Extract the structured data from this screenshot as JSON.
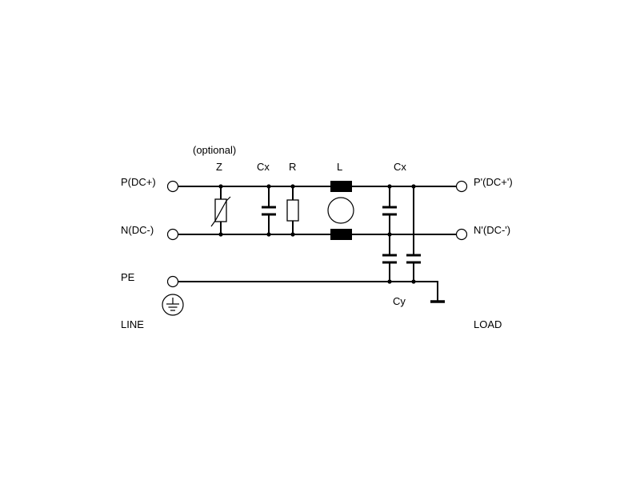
{
  "diagram": {
    "line_side": {
      "p_label": "P(DC+)",
      "n_label": "N(DC-)",
      "pe_label": "PE",
      "side_label": "LINE"
    },
    "load_side": {
      "p_label": "P'(DC+')",
      "n_label": "N'(DC-')",
      "side_label": "LOAD"
    },
    "components": {
      "z_note": "(optional)",
      "z_label": "Z",
      "cx1_label": "Cx",
      "r_label": "R",
      "l_label": "L",
      "cx2_label": "Cx",
      "cy_label": "Cy"
    },
    "icons": {
      "earth": "earth-ground-symbol",
      "chassis": "chassis-ground-symbol"
    },
    "colors": {
      "ink": "#000000",
      "background": "#ffffff"
    }
  }
}
